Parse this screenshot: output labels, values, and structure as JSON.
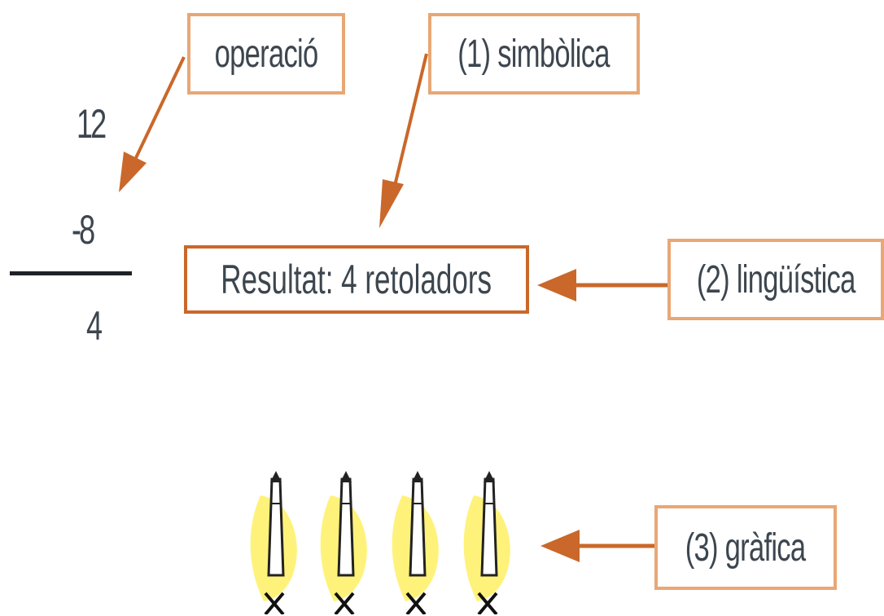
{
  "operation": {
    "minuend": "12",
    "subtrahend": "-8",
    "result": "4"
  },
  "labels": {
    "operacio": "operació",
    "simbolica": "(1) simbòlica",
    "linguistica": "(2) lingüística",
    "grafica": "(3) gràfica"
  },
  "result": {
    "prefix": "Resultat:",
    "value": "4",
    "unit": "retoladors"
  },
  "markers": {
    "count": 4,
    "glow_color": "#fff27a"
  },
  "colors": {
    "arrow": "#c9682a",
    "box_border": "#e8a775",
    "text": "#3d464f"
  }
}
